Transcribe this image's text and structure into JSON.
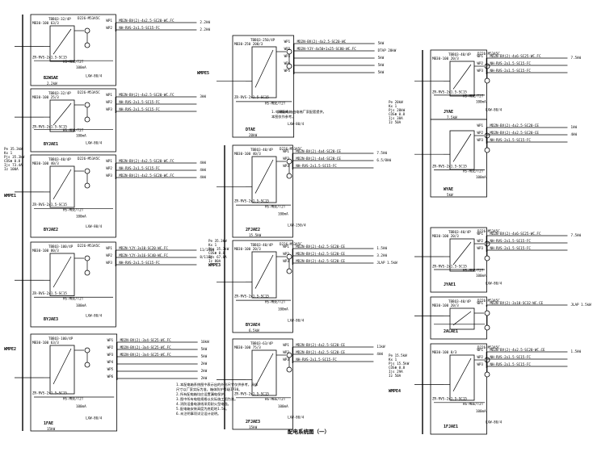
{
  "title": "配电系统图（一）",
  "panels": [
    {
      "id": "p1",
      "name": "B2WSAE",
      "rating": "2.2kW",
      "breaker": "TBBQ3-32/4P",
      "inlet": "MB30-100 63/3",
      "cable": "ZR-RVS-2x1.5-SC15",
      "meter": "D226-M53A5C",
      "spd": "HS-MBE/T2T",
      "spd_current": "100mA",
      "lsw": "LXW-80/4",
      "outgoing": [
        {
          "code": "WP1",
          "spec": "MD2N-BV(2)-4x2.5-SC20-WC.FC",
          "load": "2.2kW"
        },
        {
          "code": "WP2",
          "spec": "NH-RVS-2x1.5-SC15-FC",
          "load": "2.2kW"
        }
      ]
    },
    {
      "id": "p2",
      "name": "BYJAE1",
      "rating": "",
      "breaker": "TBBQ3-32/4P",
      "inlet": "MB30-100 25/3",
      "cable": "ZR-RVS-2x1.5-SC15",
      "meter": "D226-M53A5C",
      "spd": "HS-MBE/T2T",
      "spd_current": "100mA",
      "lsw": "LXW-80/4",
      "outgoing": [
        {
          "code": "WP1",
          "spec": "MD2N-BV(2)-4x2.5-SC20-WC.FC",
          "load": "3kW"
        },
        {
          "code": "WP2",
          "spec": "NH-RVS-2x1.5-SC15-FC",
          "load": ""
        },
        {
          "code": "WP3",
          "spec": "NH-RVS-2x1.5-SC15-FC",
          "load": ""
        }
      ]
    },
    {
      "id": "p3",
      "name": "BYJAE2",
      "rating": "",
      "breaker": "TBBQ3-40/4P",
      "inlet": "MB30-100 40/3",
      "cable": "ZR-RVS-2x1.5-SC15",
      "meter": "D226-M53A5C",
      "spd": "HS-MBE/T2T",
      "spd_current": "100mA",
      "lsw": "LXW-80/4",
      "outgoing": [
        {
          "code": "WP1",
          "spec": "MD2N-BV(2)-4x2.5-SC20-WC.FC",
          "load": "4kW"
        },
        {
          "code": "WP2",
          "spec": "NH-RVS-2x1.5-SC15-FC",
          "load": "4kW"
        },
        {
          "code": "WP3",
          "spec": "MD2N-BV(2)-4x2.5-SC20-WC.FC",
          "load": "4kW"
        }
      ]
    },
    {
      "id": "p4",
      "name": "BYJAE3",
      "rating": "",
      "breaker": "TBBQ3-100/4P",
      "inlet": "MB30-100 80/3",
      "cable": "ZR-RVS-2x1.5-SC15",
      "meter": "D226-M53A5C",
      "spd": "HS-MBE/T2T",
      "spd_current": "100mA",
      "lsw": "LXW-80/4",
      "outgoing": [
        {
          "code": "WP1",
          "spec": "MD2N-YJY-3x10-SC20-WC.FC",
          "load": "11/14kW"
        },
        {
          "code": "WP2",
          "spec": "MD2N-YJY-3x16-SC40-WC.FC",
          "load": "8/11kW"
        },
        {
          "code": "WP3",
          "spec": "NH-RVS-2x1.5-SC15-FC",
          "load": ""
        }
      ]
    },
    {
      "id": "p5",
      "name": "1FAE",
      "rating": "15kW",
      "breaker": "TBBQ3-100/4P",
      "inlet": "MB30-100 63/3",
      "cable": "ZR-RVS-2x1.5-SC15",
      "meter": "",
      "spd": "HS-MBE/T2T",
      "spd_current": "100mA",
      "lsw": "LXW-80/4",
      "outgoing": [
        {
          "code": "WP1",
          "spec": "MD2N-BV(2)-3x4-SC25-WC.FC",
          "load": "10kW"
        },
        {
          "code": "WP2",
          "spec": "MD2N-BV(2)-3x4-SC25-WC.FC",
          "load": "5kW"
        },
        {
          "code": "WP3",
          "spec": "MD2N-BV(2)-3x4-SC25-WC.FC",
          "load": "5kW"
        },
        {
          "code": "WP4",
          "spec": "",
          "load": "2kW"
        },
        {
          "code": "WP5",
          "spec": "",
          "load": "2kW"
        },
        {
          "code": "WP6",
          "spec": "",
          "load": "2kW"
        }
      ]
    },
    {
      "id": "p6",
      "name": "DTAE",
      "rating": "20kW",
      "breaker": "TBBQ3-250/4P",
      "inlet": "MB30-250 200/3",
      "cable": "ZR-RVS-2x1.5-SC15",
      "meter": "",
      "spd": "HS-MBE/T2T",
      "spd_current": "100mA",
      "lsw": "LXW-80/4",
      "outgoing": [
        {
          "code": "WP1",
          "spec": "MD2N-BV(2)-4x2.5-SC20-WC",
          "load": "5kW"
        },
        {
          "code": "WP2",
          "spec": "MD2N-YJY-4x50+1x25-SC80-WC.FC",
          "load": "DTAP 20kW"
        },
        {
          "code": "WP3",
          "spec": "",
          "load": "5kW"
        },
        {
          "code": "WP4",
          "spec": "",
          "load": "5kW"
        },
        {
          "code": "WP5",
          "spec": "",
          "load": "5kW"
        }
      ]
    },
    {
      "id": "p7",
      "name": "2FJAE2",
      "rating": "15.5kW",
      "breaker": "TBBQ3-40/4P",
      "inlet": "MB30-100 40/3",
      "cable": "ZR-RVS-2x1.5-SC15",
      "meter": "D226-M53A5C",
      "spd": "HS-MBE/T2T",
      "spd_current": "100mA",
      "lsw": "LXW-250/4",
      "outgoing": [
        {
          "code": "WP1",
          "spec": "MD2N-BV(2)-4x4-SC20-CE",
          "load": "7.5kW"
        },
        {
          "code": "WP2",
          "spec": "MD2N-BV(2)-4x4-SC20-CE",
          "load": "6.5/8kW"
        },
        {
          "code": "WP3",
          "spec": "NH-RVS-2x1.5-SC15-FC",
          "load": ""
        }
      ]
    },
    {
      "id": "p8",
      "name": "BYJAE4",
      "rating": "6.5kW",
      "breaker": "TBBQ3-40/4P",
      "inlet": "MB30-100 20/3",
      "cable": "ZR-RVS-2x1.5-SC15",
      "meter": "D226-M53A5C",
      "spd": "HS-MBE/T2T",
      "spd_current": "100mA",
      "lsw": "LXW-80/4",
      "outgoing": [
        {
          "code": "WP1",
          "spec": "MD2N-BV(2)-4x2.5-SC20-CE",
          "load": "1.5kW"
        },
        {
          "code": "WP2",
          "spec": "MD2N-BV(2)-4x2.5-SC20-CE",
          "load": "3.2kW"
        },
        {
          "code": "WP3",
          "spec": "MD2N-BV(2)-4x2.5-SC20-CE",
          "load": "JLAP 1.5kW"
        }
      ]
    },
    {
      "id": "p9",
      "name": "2FJAE3",
      "rating": "15kW",
      "breaker": "TBBQ3-63/4P",
      "inlet": "MB30-100 75/3",
      "cable": "ZR-RVS-2x1.5-SC15",
      "meter": "",
      "spd": "HS-MBE/T2T",
      "spd_current": "100mA",
      "lsw": "LXW-80/4",
      "outgoing": [
        {
          "code": "WP1",
          "spec": "MD2N-BV(2)-4x2.5-SC20-CE",
          "load": "11kW"
        },
        {
          "code": "WP2",
          "spec": "MD2N-BV(2)-4x2.5-SC20-CE",
          "load": "4kW"
        },
        {
          "code": "WP3",
          "spec": "NH-RVS-2x1.5-SC15-FC",
          "load": ""
        }
      ]
    },
    {
      "id": "p10",
      "name": "JYAE",
      "rating": "7.5kW",
      "breaker": "TBBQ3-40/4P",
      "inlet": "MB30-100 20/3",
      "cable": "ZR-RVS-2x1.5-SC15",
      "meter": "D226-M53A5C",
      "spd": "HS-MBE/T2T",
      "spd_current": "100mA",
      "lsw": "LXW-80/4",
      "outgoing": [
        {
          "code": "WP1",
          "spec": "MD2N-BV(2)-4x6-SC25-WC.FC",
          "load": "7.5kW"
        },
        {
          "code": "WP2",
          "spec": "NH-RVS-2x1.5-SC15-FC",
          "load": ""
        },
        {
          "code": "WP3",
          "spec": "NH-RVS-2x1.5-SC15-FC",
          "load": ""
        }
      ]
    },
    {
      "id": "p11",
      "name": "WYAE",
      "rating": "5kW",
      "breaker": "",
      "inlet": "",
      "cable": "ZR-RVS-2x1.5-SC15",
      "meter": "",
      "spd": "HS-MBE/T2T",
      "spd_current": "100mA",
      "lsw": "",
      "outgoing": [
        {
          "code": "WP1",
          "spec": "MD2N-BV(2)-4x2.5-SC20-CE",
          "load": "1kW"
        },
        {
          "code": "WP2",
          "spec": "MD2N-BV(2)-4x2.5-SC20-CE",
          "load": "4kW"
        },
        {
          "code": "WP3",
          "spec": "NH-RVS-2x1.5-SC15-FC",
          "load": ""
        }
      ]
    },
    {
      "id": "p12",
      "name": "JYAE1",
      "rating": "",
      "breaker": "TBBQ3-40/4P",
      "inlet": "MB30-100 20/3",
      "cable": "ZR-RVS-2x1.5-SC15",
      "meter": "D226-M53A5C",
      "spd": "HS-MBE/T2T",
      "spd_current": "100mA",
      "lsw": "LXW-80/4",
      "outgoing": [
        {
          "code": "WP1",
          "spec": "MD2N-BV(2)-4x6-SC25-WC.FC",
          "load": "7.5kW"
        },
        {
          "code": "WP2",
          "spec": "NH-RVS-2x1.5-SC15-FC",
          "load": ""
        },
        {
          "code": "WP3",
          "spec": "NH-RVS-2x1.5-SC15-FC",
          "load": ""
        }
      ]
    },
    {
      "id": "p13",
      "name": "2ALAE1",
      "rating": "",
      "breaker": "TBBQ3-40/4P",
      "inlet": "MB30-100 20/3",
      "cable": "",
      "meter": "D226-M53A5C",
      "spd": "",
      "spd_current": "",
      "lsw": "",
      "outgoing": [
        {
          "code": "WP1",
          "spec": "MD2N-BV(2)-3x10-SC32-WC.CE",
          "load": "JLAP 1.5kW"
        }
      ]
    },
    {
      "id": "p14",
      "name": "1FJAE1",
      "rating": "",
      "breaker": "",
      "inlet": "MB30-100 8/3",
      "cable": "ZR-RVS-2x1.5-SC15",
      "meter": "D226-M53A5C",
      "spd": "HS-MBE/T2T",
      "spd_current": "100mA",
      "lsw": "LXW-80/4",
      "outgoing": [
        {
          "code": "WP1",
          "spec": "MD2N-BV(2)-4x2.5-SC20-WC.CE",
          "load": "1.5kW"
        },
        {
          "code": "WP2",
          "spec": "NH-RVS-2x1.5-SC15-FC",
          "load": ""
        },
        {
          "code": "WP3",
          "spec": "NH-RVS-2x1.5-SC15-FC",
          "load": ""
        }
      ]
    }
  ],
  "calc_blocks": [
    {
      "id": "c1",
      "lines": [
        "Pe 35.3kW",
        "Kx 1",
        "Pjs 35.3kW",
        "COSΦ 0.8",
        "Ijs 73.4A",
        "Iz 100A"
      ]
    },
    {
      "id": "c2",
      "lines": [
        "Pe 35.3kW",
        "Kx 1",
        "Pjs 35.3kW",
        "COSΦ 0.8",
        "Ijs 67.8A",
        "Iz 80A"
      ]
    },
    {
      "id": "c3",
      "lines": [
        "Pe 20kW",
        "Kx 1",
        "Pjs 20kW",
        "COSΦ 0.8",
        "Ijs 38A",
        "Iz 50A"
      ]
    },
    {
      "id": "c4",
      "lines": [
        "Pe 15.5kW",
        "Kx 1",
        "Pjs 15.5kW",
        "COSΦ 0.8",
        "Ijs 29A",
        "Iz 50A"
      ]
    }
  ],
  "inputs": [
    {
      "id": "i1",
      "label": "WMPE2"
    },
    {
      "id": "i2",
      "label": "WMPE1"
    },
    {
      "id": "i3",
      "label": "WMPE3"
    },
    {
      "id": "i4",
      "label": "WMPE4"
    },
    {
      "id": "i5",
      "label": "WMPE5"
    }
  ],
  "notes": [
    "1.本配电箱系统图中表示出的外形尺寸仅供参考，具体",
    "尺寸以厂家实际为准，箱体防护等级IP30。",
    "2.所有配电箱均应设置漏电保护。",
    "3.图中所有电缆规格以实际施工图为准。",
    "4.消防设备电源线采用耐火型电缆。",
    "5.配电箱安装高度为底距地1.5m。",
    "6.未注明事项详见设计说明。"
  ],
  "dtae_notes": [
    "1.电梯配电箱由电梯厂家配套提供，",
    "本图仅作参考。"
  ]
}
